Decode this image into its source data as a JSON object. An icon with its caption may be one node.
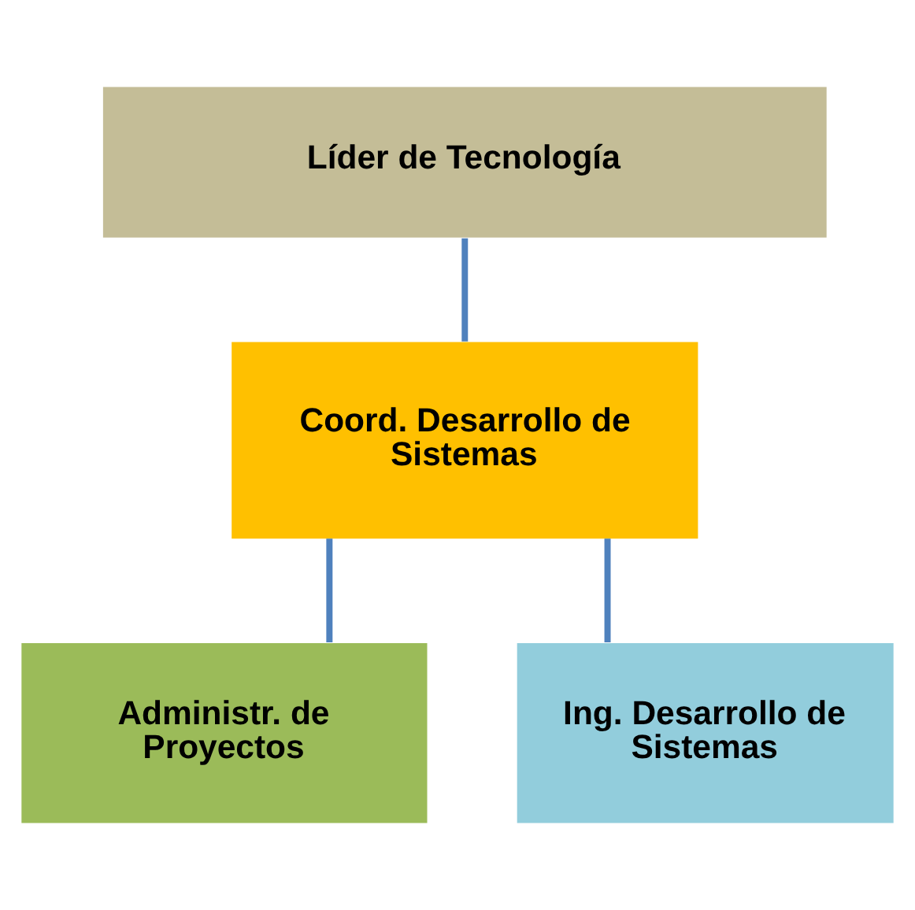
{
  "diagram": {
    "nodes": [
      {
        "text": [
          "Líder de Tecnología"
        ]
      },
      {
        "text": [
          "Coord. Desarrollo de Sistemas"
        ]
      },
      {
        "text": [
          "Administr. de Proyectos"
        ]
      },
      {
        "text": [
          "Ing. Desarrollo de Sistemas"
        ]
      }
    ],
    "edges": [
      {
        "from": 0,
        "to": 1,
        "arrow": "none"
      },
      {
        "from": 1,
        "to": 2,
        "arrow": "none"
      },
      {
        "from": 1,
        "to": 3,
        "arrow": "none"
      }
    ]
  }
}
